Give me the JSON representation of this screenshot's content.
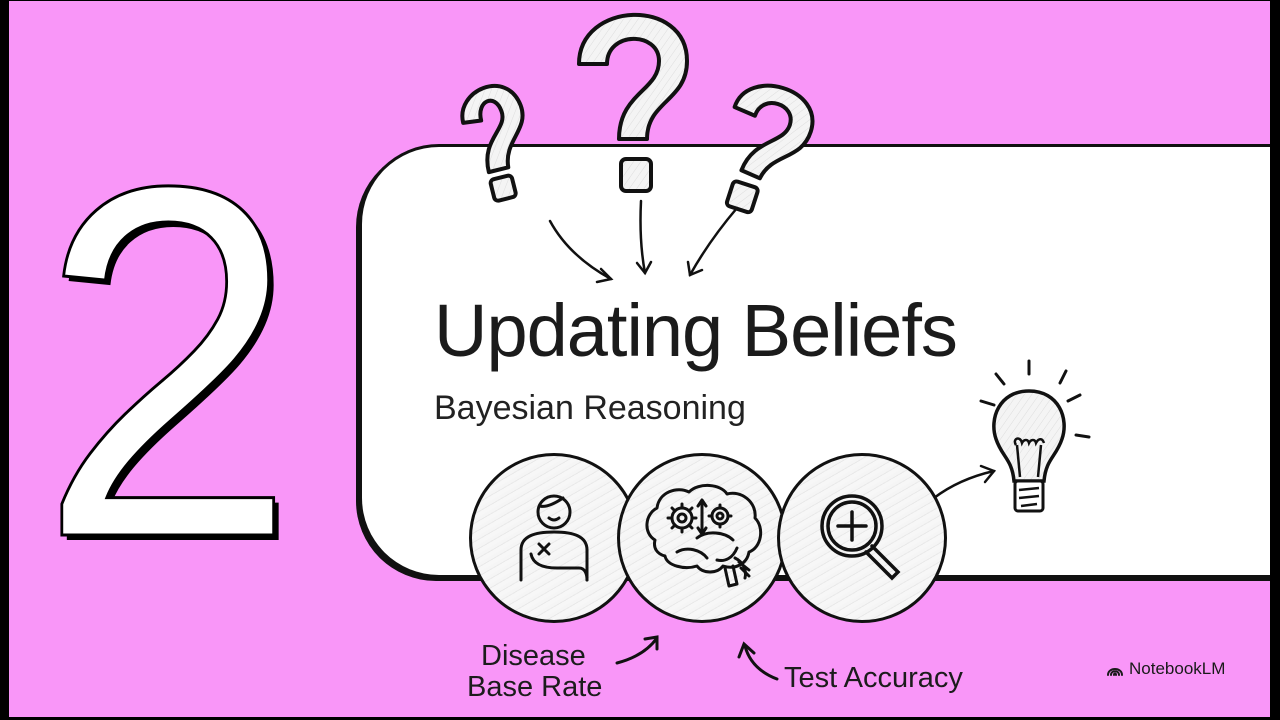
{
  "slide": {
    "number": "2",
    "title": "Updating Beliefs",
    "subtitle": "Bayesian Reasoning",
    "background_color": "#F996F8",
    "card_color": "#FFFFFF",
    "icons": [
      {
        "name": "question-mark-icon",
        "count": 3
      },
      {
        "name": "person-icon",
        "label": "Disease Base Rate"
      },
      {
        "name": "brain-gears-icon"
      },
      {
        "name": "magnifier-plus-icon",
        "label": "Test Accuracy"
      },
      {
        "name": "lightbulb-icon"
      }
    ],
    "labels": {
      "disease_line1": "Disease",
      "disease_line2": "Base Rate",
      "test_accuracy": "Test Accuracy"
    }
  },
  "branding": {
    "logo_icon": "notebooklm-logo-icon",
    "name": "NotebookLM"
  }
}
